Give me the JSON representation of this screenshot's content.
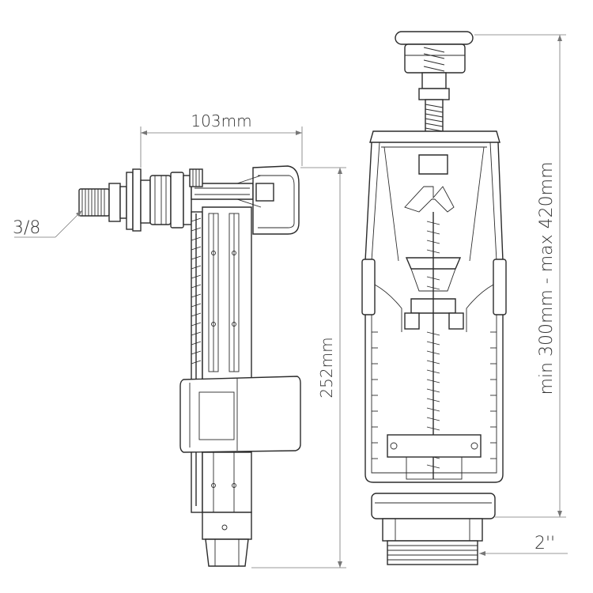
{
  "dimensions": {
    "width_label": "103mm",
    "height_label": "252mm",
    "thread_label": "3/8",
    "range_label": "min 300mm - max 420mm",
    "outlet_label": "2''"
  },
  "colors": {
    "line": "#2b2b2b",
    "dimension_line": "#777777",
    "text": "#333333",
    "background": "#ffffff"
  }
}
